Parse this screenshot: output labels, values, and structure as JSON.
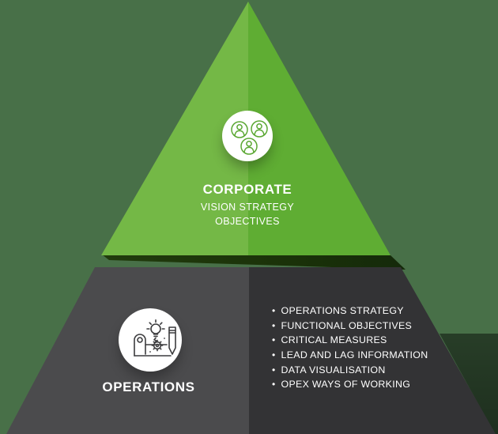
{
  "diagram": {
    "name": "corporate-operations-pyramid",
    "background_color": "#487048",
    "levels": [
      {
        "id": "corporate",
        "label": "CORPORATE",
        "sublabel_lines": [
          "VISION STRATEGY",
          "OBJECTIVES"
        ],
        "icon": "team-people-icon",
        "shape": "triangle",
        "color_left": "#74b846",
        "color_right": "#5fad33",
        "icon_stroke": "#5aa732",
        "text_color": "#ffffff"
      },
      {
        "id": "operations",
        "label": "OPERATIONS",
        "icon": "blueprint-bulb-gear-pencil-icon",
        "shape": "trapezoid",
        "color_left": "#4b4b4d",
        "color_right": "#333335",
        "icon_stroke": "#3c3c3e",
        "text_color": "#ffffff",
        "bullet_char": "•",
        "bullets": [
          "OPERATIONS STRATEGY",
          "FUNCTIONAL OBJECTIVES",
          "CRITICAL MEASURES",
          "LEAD AND LAG INFORMATION",
          "DATA VISUALISATION",
          "OPEX WAYS OF WORKING"
        ]
      }
    ]
  }
}
